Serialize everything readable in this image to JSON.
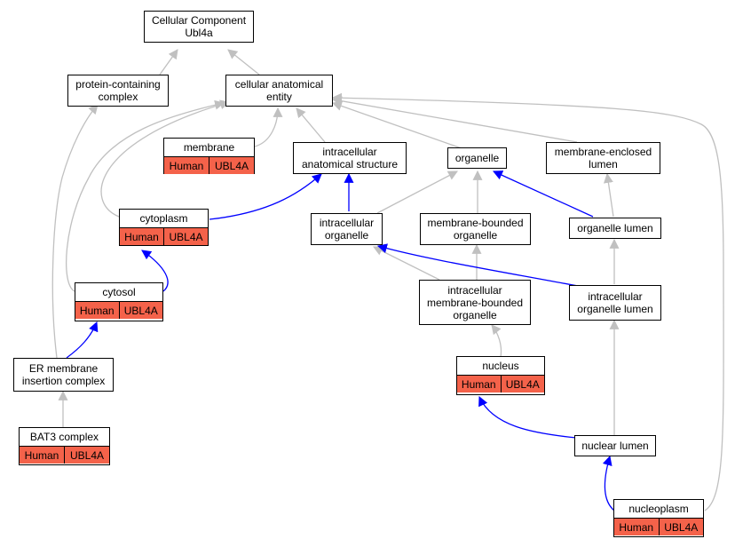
{
  "colors": {
    "isa_edge": "#c0c0c0",
    "partof_edge": "#0000ff",
    "annotation_fill": "#f4624a",
    "node_fill": "#ffffff",
    "border": "#000000"
  },
  "nodes": {
    "root": {
      "line1": "Cellular Component",
      "line2": "Ubl4a"
    },
    "protein_complex": {
      "line1": "protein-containing",
      "line2": "complex"
    },
    "cellular_anatomical": {
      "line1": "cellular anatomical",
      "line2": "entity"
    },
    "membrane": {
      "label": "membrane",
      "species": "Human",
      "gene": "UBL4A"
    },
    "intracellular_anatomical": {
      "line1": "intracellular",
      "line2": "anatomical structure"
    },
    "organelle": {
      "label": "organelle"
    },
    "membrane_enclosed_lumen": {
      "line1": "membrane-enclosed",
      "line2": "lumen"
    },
    "cytoplasm": {
      "label": "cytoplasm",
      "species": "Human",
      "gene": "UBL4A"
    },
    "intracellular_organelle": {
      "line1": "intracellular",
      "line2": "organelle"
    },
    "membrane_bounded_organelle": {
      "line1": "membrane-bounded",
      "line2": "organelle"
    },
    "organelle_lumen": {
      "label": "organelle lumen"
    },
    "cytosol": {
      "label": "cytosol",
      "species": "Human",
      "gene": "UBL4A"
    },
    "intracellular_membrane_bounded": {
      "line1": "intracellular",
      "line2": "membrane-bounded",
      "line3": "organelle"
    },
    "intracellular_organelle_lumen": {
      "line1": "intracellular",
      "line2": "organelle lumen"
    },
    "er_membrane_insertion": {
      "line1": "ER membrane",
      "line2": "insertion complex"
    },
    "nucleus": {
      "label": "nucleus",
      "species": "Human",
      "gene": "UBL4A"
    },
    "bat3_complex": {
      "label": "BAT3 complex",
      "species": "Human",
      "gene": "UBL4A"
    },
    "nuclear_lumen": {
      "label": "nuclear lumen"
    },
    "nucleoplasm": {
      "label": "nucleoplasm",
      "species": "Human",
      "gene": "UBL4A"
    }
  }
}
